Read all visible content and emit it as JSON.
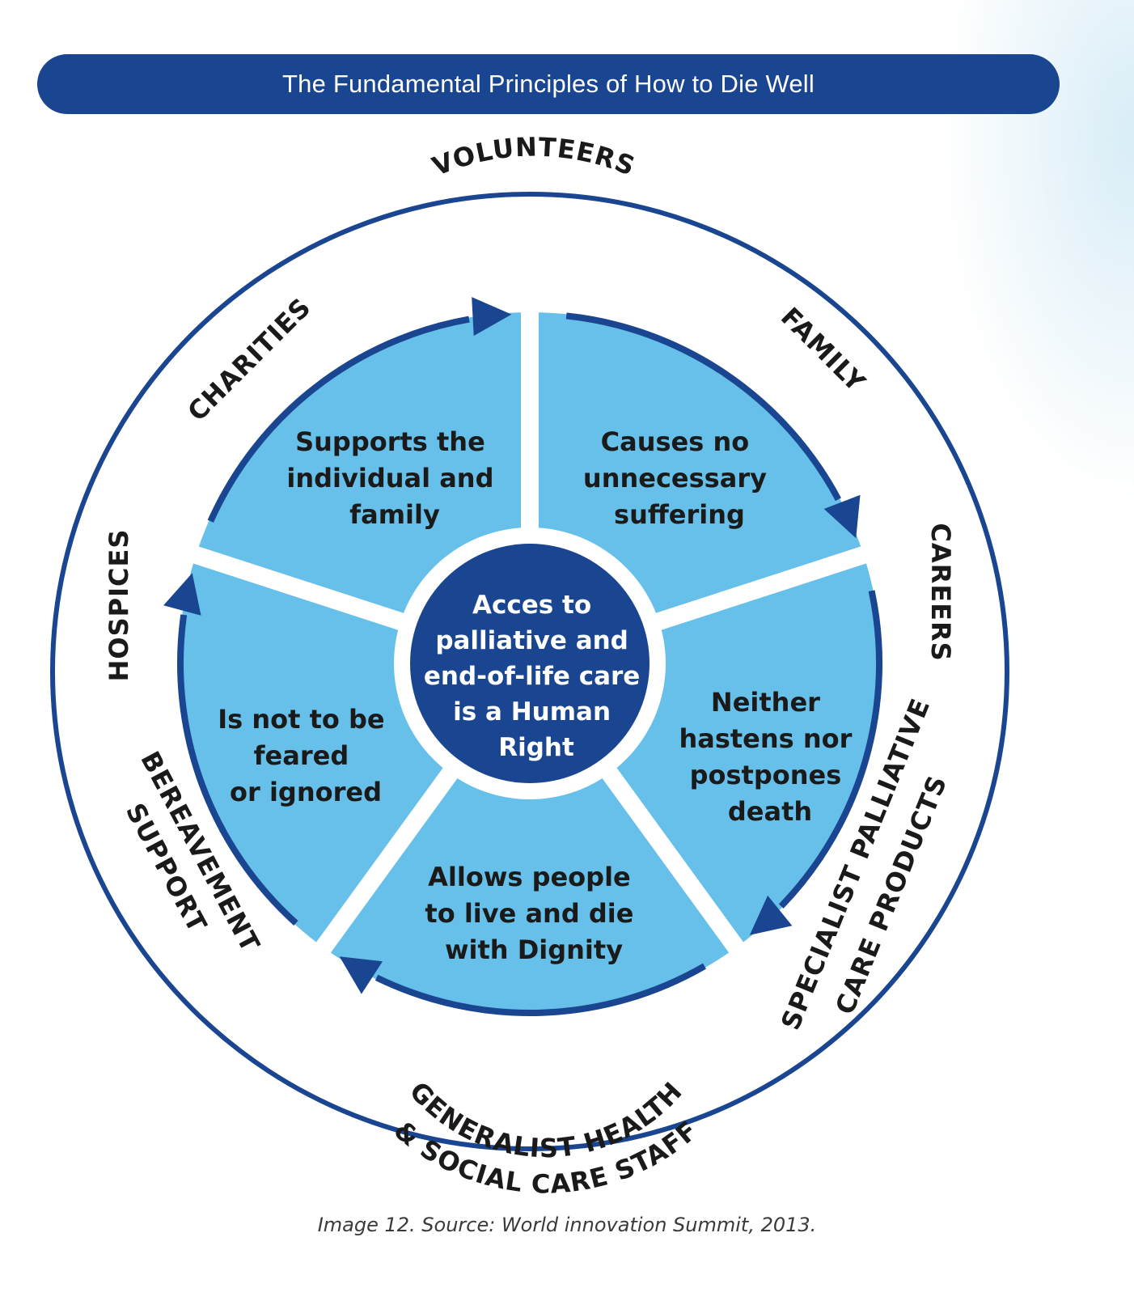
{
  "title": "The Fundamental Principles of How to Die Well",
  "hub": {
    "lines": [
      "Acces to",
      "palliative and",
      "end-of-life care",
      "is a Human",
      "Right"
    ]
  },
  "segments": [
    {
      "id": "supports",
      "lines": [
        "Supports the",
        "individual and",
        "family"
      ]
    },
    {
      "id": "no-suffering",
      "lines": [
        "Causes no",
        "unnecessary",
        "suffering"
      ]
    },
    {
      "id": "neither-hastens",
      "lines": [
        "Neither",
        "hastens nor",
        "postpones",
        "death"
      ]
    },
    {
      "id": "dignity",
      "lines": [
        "Allows people",
        "to live and die",
        "with Dignity"
      ]
    },
    {
      "id": "not-feared",
      "lines": [
        "Is not to be",
        "feared",
        "or ignored"
      ]
    }
  ],
  "ring_labels": [
    {
      "id": "volunteers",
      "text": "VOLUNTEERS"
    },
    {
      "id": "family",
      "text": "FAMILY"
    },
    {
      "id": "careers",
      "text": "CAREERS"
    },
    {
      "id": "specialist-1",
      "text": "SPECIALIST PALLIATIVE"
    },
    {
      "id": "specialist-2",
      "text": "CARE PRODUCTS"
    },
    {
      "id": "generalist-1",
      "text": "GENERALIST HEALTH"
    },
    {
      "id": "generalist-2",
      "text": "& SOCIAL CARE STAFF"
    },
    {
      "id": "bereavement-1",
      "text": "BEREAVEMENT"
    },
    {
      "id": "bereavement-2",
      "text": "SUPPORT"
    },
    {
      "id": "hospices",
      "text": "HOSPICES"
    },
    {
      "id": "charities",
      "text": "CHARITIES"
    }
  ],
  "caption": "Image 12. Source: World innovation Summit, 2013.",
  "colors": {
    "navy": "#1a4591",
    "segment_fill": "#66c0e9",
    "text_dark": "#1a1a1a"
  }
}
